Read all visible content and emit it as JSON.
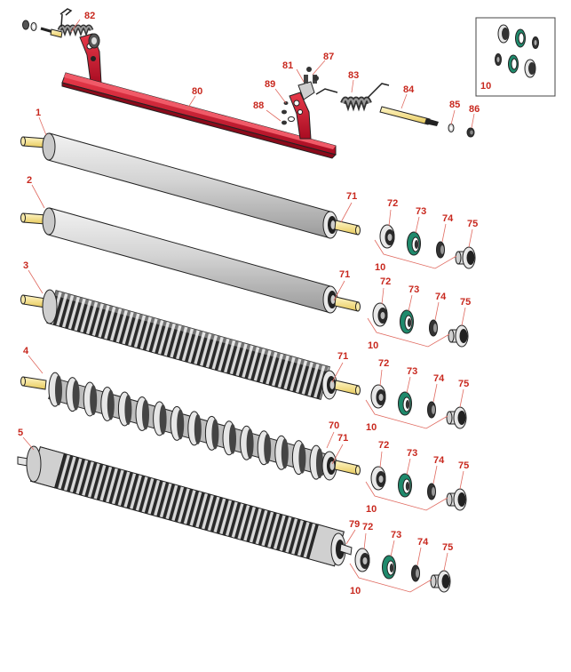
{
  "colors": {
    "callout": "#c8281e",
    "frame_red": "#c8102e",
    "shaft": "#f6e08a",
    "roller_gray": "#d6d6d6",
    "seal_green": "#1f8a6c",
    "outline": "#222222"
  },
  "callouts": {
    "c1": "1",
    "c2": "2",
    "c3": "3",
    "c4": "4",
    "c5": "5",
    "c10": "10",
    "c70": "70",
    "c71": "71",
    "c72": "72",
    "c73": "73",
    "c74": "74",
    "c75": "75",
    "c79": "79",
    "c80": "80",
    "c81": "81",
    "c82": "82",
    "c83": "83",
    "c84": "84",
    "c85": "85",
    "c86": "86",
    "c87": "87",
    "c88": "88",
    "c89": "89"
  },
  "icons": {
    "roller": "roller-icon",
    "bearing": "bearing-icon",
    "seal": "seal-icon",
    "spring": "spring-icon",
    "bracket": "bracket-icon"
  }
}
